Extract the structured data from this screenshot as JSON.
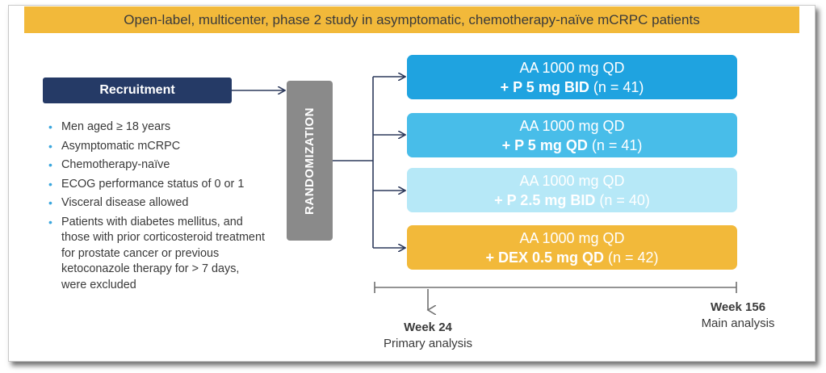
{
  "banner": "Open-label, multicenter, phase 2 study in asymptomatic, chemotherapy-naïve mCRPC patients",
  "recruitment": {
    "label": "Recruitment",
    "criteria": [
      "Men aged ≥ 18 years",
      "Asymptomatic mCRPC",
      "Chemotherapy-naïve",
      "ECOG performance status of 0 or 1",
      "Visceral disease allowed",
      "Patients with diabetes mellitus, and those with prior corticosteroid treatment for prostate cancer or previous ketoconazole therapy for > 7 days, were excluded"
    ]
  },
  "randomization": "RANDOMIZATION",
  "arms": [
    {
      "line1": "AA 1000 mg QD",
      "line2_bold": "+ P 5 mg BID",
      "line2_n": "(n = 41)",
      "color": "#1fa3e0"
    },
    {
      "line1": "AA 1000 mg QD",
      "line2_bold": "+ P 5 mg QD",
      "line2_n": "(n = 41)",
      "color": "#48bde9"
    },
    {
      "line1": "AA 1000 mg QD",
      "line2_bold": "+ P 2.5 mg BID",
      "line2_n": "(n = 40)",
      "color": "#b6e8f7"
    },
    {
      "line1": "AA 1000 mg QD",
      "line2_bold": "+ DEX 0.5 mg QD",
      "line2_n": "(n = 42)",
      "color": "#f2b93a"
    }
  ],
  "timeline": {
    "week24": {
      "title": "Week 24",
      "sub": "Primary analysis"
    },
    "week156": {
      "title": "Week 156",
      "sub": "Main analysis"
    }
  }
}
